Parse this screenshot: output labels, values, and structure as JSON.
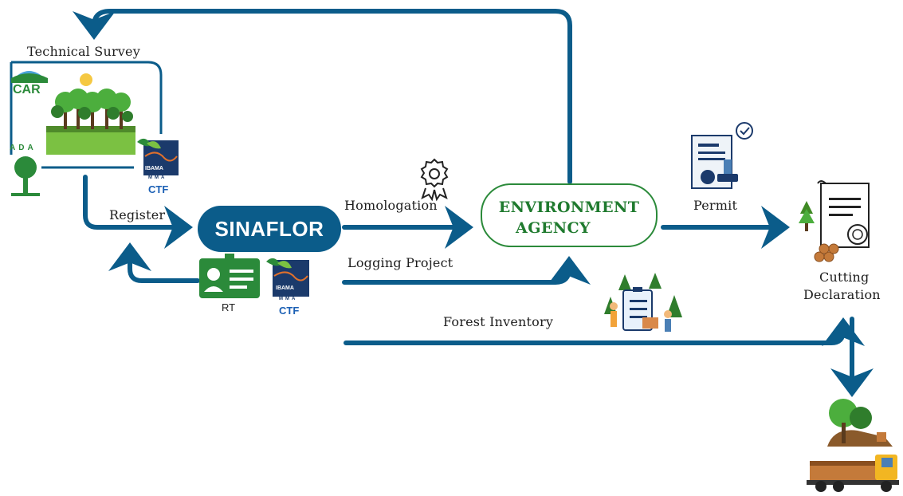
{
  "labels": {
    "technical_survey": "Technical Survey",
    "register": "Register",
    "homologation": "Homologation",
    "logging_project": "Logging Project",
    "forest_inventory": "Forest Inventory",
    "permit": "Permit",
    "cutting_declaration_line1": "Cutting",
    "cutting_declaration_line2": "Declaration",
    "rt": "RT"
  },
  "nodes": {
    "sinaflor": "SINAFLOR",
    "agency_line1": "ENVIRONMENT",
    "agency_line2": "AGENCY"
  },
  "logos": {
    "car": "CAR",
    "ada": "ADA",
    "ctf_top": "CTF",
    "ctf_bottom": "CTF",
    "ibama_top": "IBAMA",
    "mma_top": "MMA",
    "ibama_bottom": "IBAMA",
    "mma_bottom": "MMA"
  },
  "colors": {
    "arrow": "#0b5c8a",
    "sinaflor_fill": "#0b5c8a",
    "agency_green": "#2b8a3a",
    "ctf_blue": "#1a5fb4"
  },
  "icons": [
    "forest-icon",
    "id-card-icon",
    "award-badge-icon",
    "document-stamp-icon",
    "certificate-icon",
    "inventory-clipboard-icon",
    "log-truck-icon",
    "leaf-icon"
  ]
}
